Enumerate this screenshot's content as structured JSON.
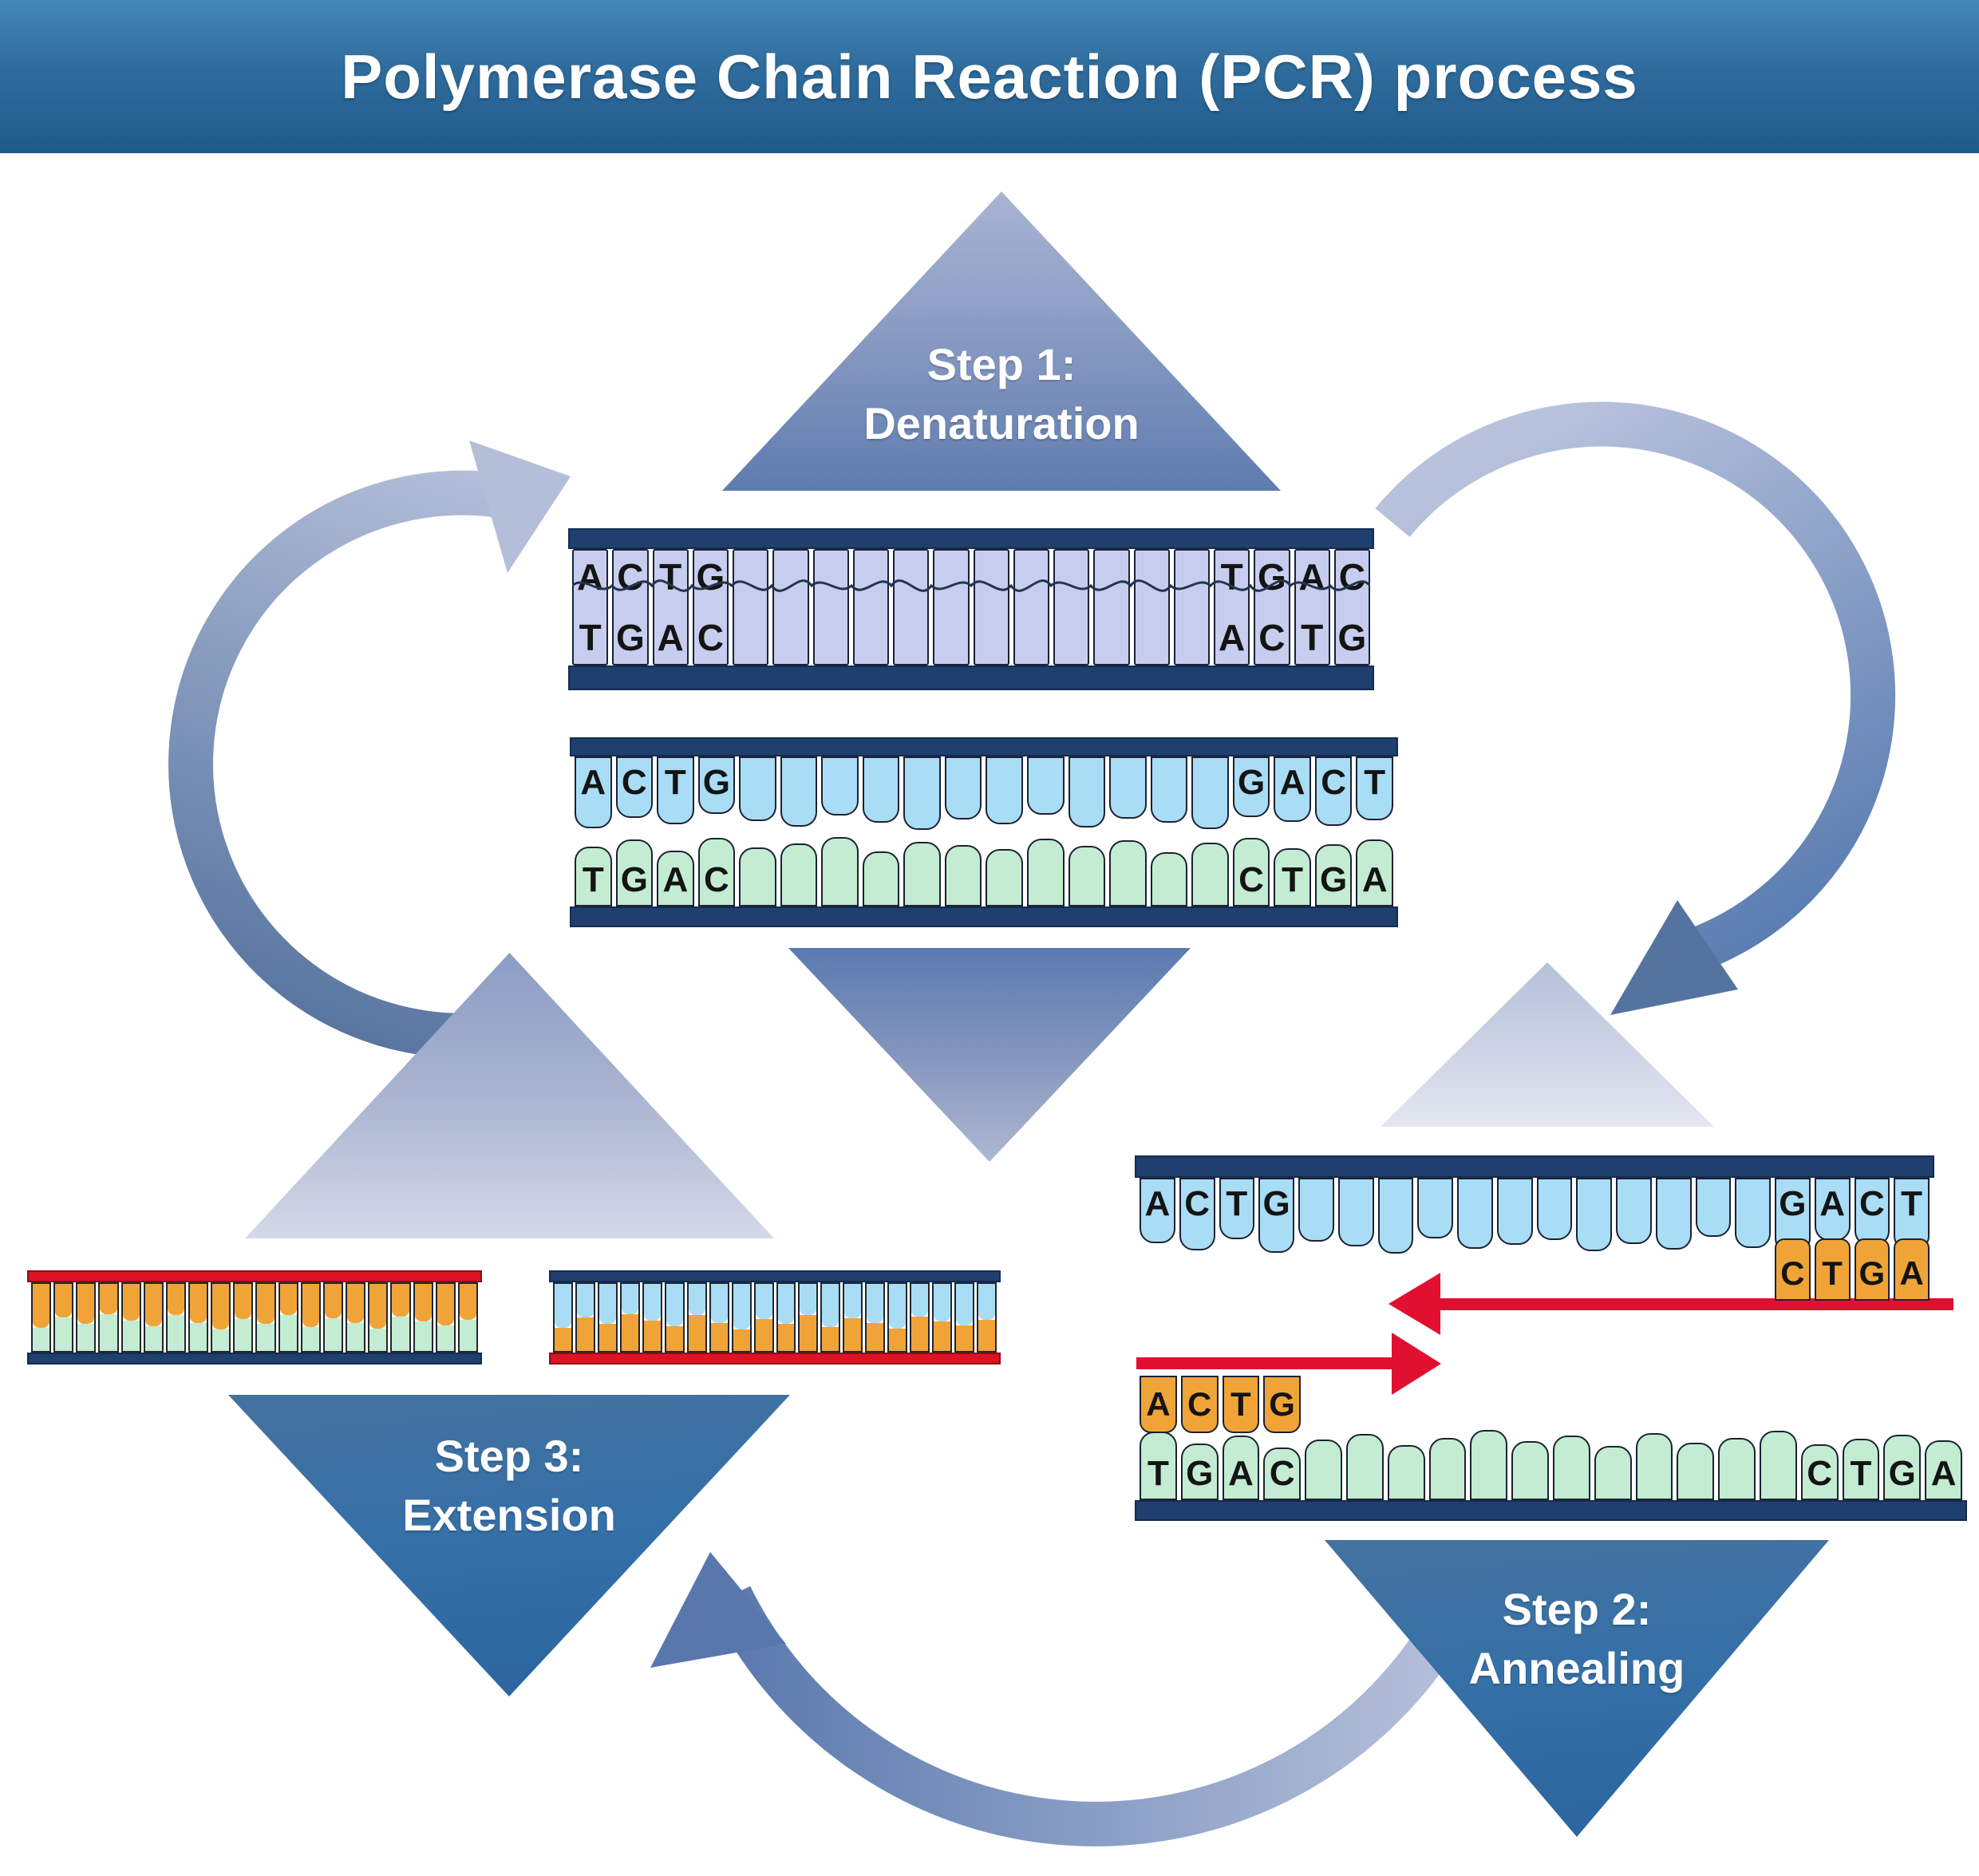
{
  "title": "Polymerase Chain Reaction (PCR) process",
  "steps": {
    "step1": {
      "line1": "Step 1:",
      "line2": "Denaturation"
    },
    "step2": {
      "line1": "Step 2:",
      "line2": "Annealing"
    },
    "step3": {
      "line1": "Step 3:",
      "line2": "Extension"
    }
  },
  "colors": {
    "header_blue": "#2f6c9d",
    "navy_rail": "#1f3f6e",
    "red_rail": "#da1422",
    "red_arrow": "#e11030",
    "lavender_cell": "#c6cdee",
    "sky_blue_cell": "#a9dcf5",
    "mint_green_cell": "#c3ecd2",
    "orange_primer": "#f0a438",
    "cycle_arrow_dark": "#5878ad",
    "cycle_arrow_light": "#b8c2dc"
  },
  "strands": {
    "dsdna": {
      "top": [
        "A",
        "C",
        "T",
        "G",
        "",
        "",
        "",
        "",
        "",
        "",
        "",
        "",
        "",
        "",
        "",
        "",
        "T",
        "G",
        "A",
        "C"
      ],
      "bottom": [
        "T",
        "G",
        "A",
        "C",
        "",
        "",
        "",
        "",
        "",
        "",
        "",
        "",
        "",
        "",
        "",
        "",
        "A",
        "C",
        "T",
        "G"
      ]
    },
    "separated": {
      "top": [
        "A",
        "C",
        "T",
        "G",
        "",
        "",
        "",
        "",
        "",
        "",
        "",
        "",
        "",
        "",
        "",
        "",
        "G",
        "A",
        "C",
        "T"
      ],
      "bottom": [
        "T",
        "G",
        "A",
        "C",
        "",
        "",
        "",
        "",
        "",
        "",
        "",
        "",
        "",
        "",
        "",
        "",
        "C",
        "T",
        "G",
        "A"
      ]
    },
    "annealing_top": {
      "strand": [
        "A",
        "C",
        "T",
        "G",
        "",
        "",
        "",
        "",
        "",
        "",
        "",
        "",
        "",
        "",
        "",
        "",
        "G",
        "A",
        "C",
        "T"
      ],
      "primer": [
        "C",
        "T",
        "G",
        "A"
      ]
    },
    "annealing_bottom": {
      "strand": [
        "T",
        "G",
        "A",
        "C",
        "",
        "",
        "",
        "",
        "",
        "",
        "",
        "",
        "",
        "",
        "",
        "",
        "C",
        "T",
        "G",
        "A"
      ],
      "primer": [
        "A",
        "C",
        "T",
        "G"
      ]
    },
    "extension_left": {
      "columns": 20,
      "top": "orange",
      "bottom": "green",
      "rail_top": "red",
      "rail_bottom": "navy"
    },
    "extension_right": {
      "columns": 20,
      "top": "blue",
      "bottom": "orange",
      "rail_top": "navy",
      "rail_bottom": "red"
    }
  }
}
